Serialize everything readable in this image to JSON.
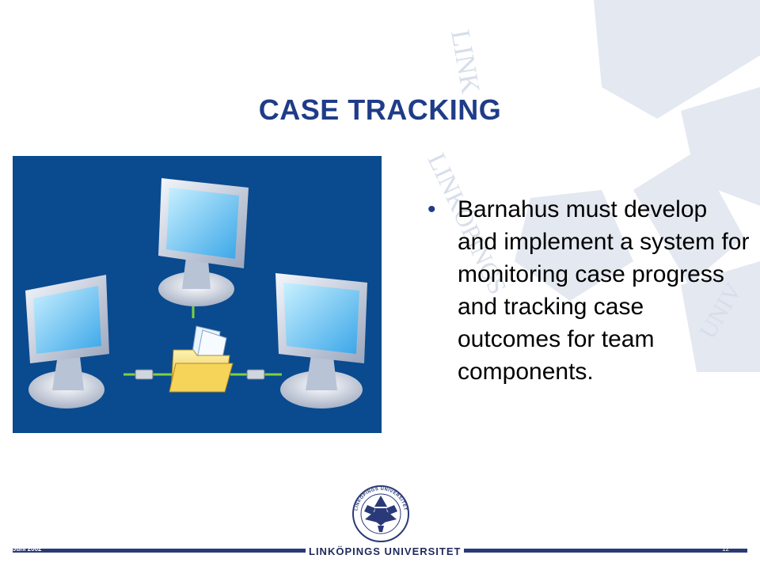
{
  "slide": {
    "title": "CASE TRACKING",
    "bullet": "Barnahus must develop and implement a system for monitoring case progress and tracking case outcomes for team components.",
    "bullet_marker": "•"
  },
  "footer": {
    "date": "Juni 2002",
    "university": "LINKÖPINGS UNIVERSITET",
    "page": "12"
  },
  "logo": {
    "seal_text": "LINKÖPINGS UNIVERSITET"
  },
  "watermark": {
    "text": "LINKÖPINGS UNIVERSITET"
  },
  "icons": {
    "illustration": "network-computers-folder-icon",
    "logo": "university-seal-icon"
  },
  "colors": {
    "title": "#1f3c88",
    "picture_background": "#0a4a8f",
    "watermark": "#dfe4ee",
    "footer_bar": "#2a3a78"
  }
}
